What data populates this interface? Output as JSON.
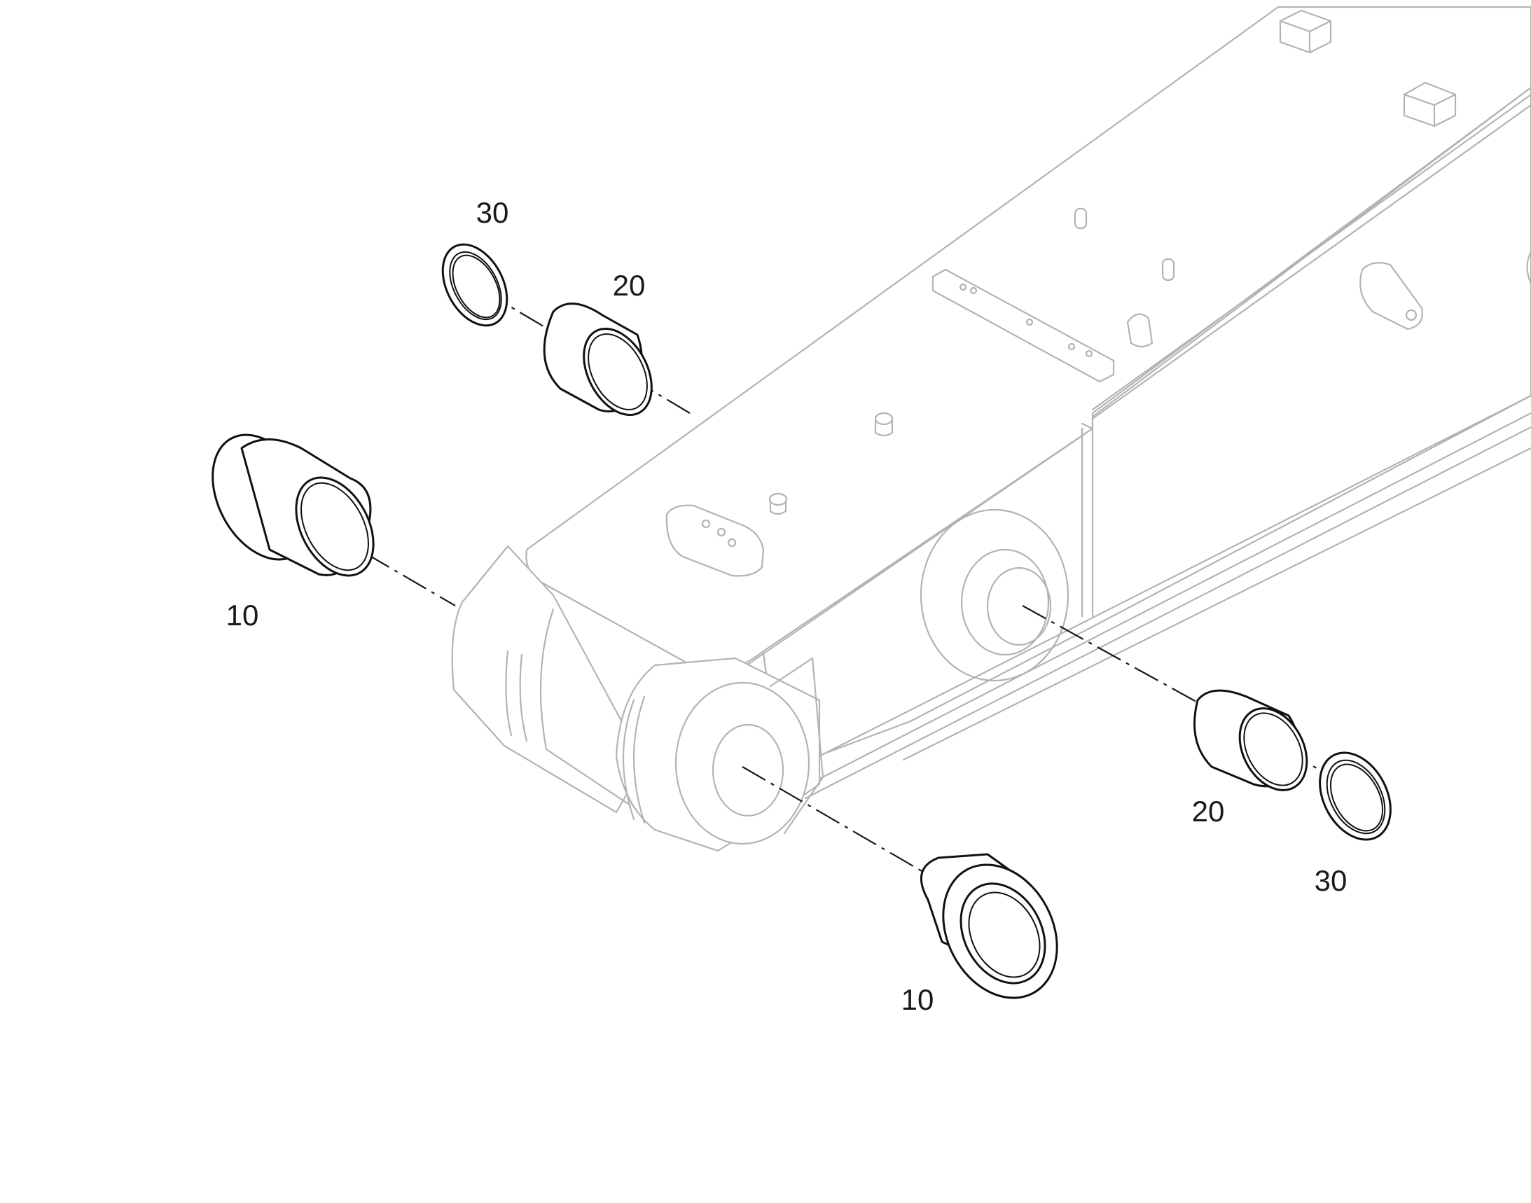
{
  "callouts": {
    "bushing_left": "10",
    "bushing_right": "10",
    "sleeve_upper": "20",
    "sleeve_lower": "20",
    "ring_upper": "30",
    "ring_lower": "30"
  },
  "colors": {
    "background": "#ffffff",
    "boom_outline": "#b3b3b3",
    "part_outline": "#111111",
    "label": "#1a1a1a"
  }
}
